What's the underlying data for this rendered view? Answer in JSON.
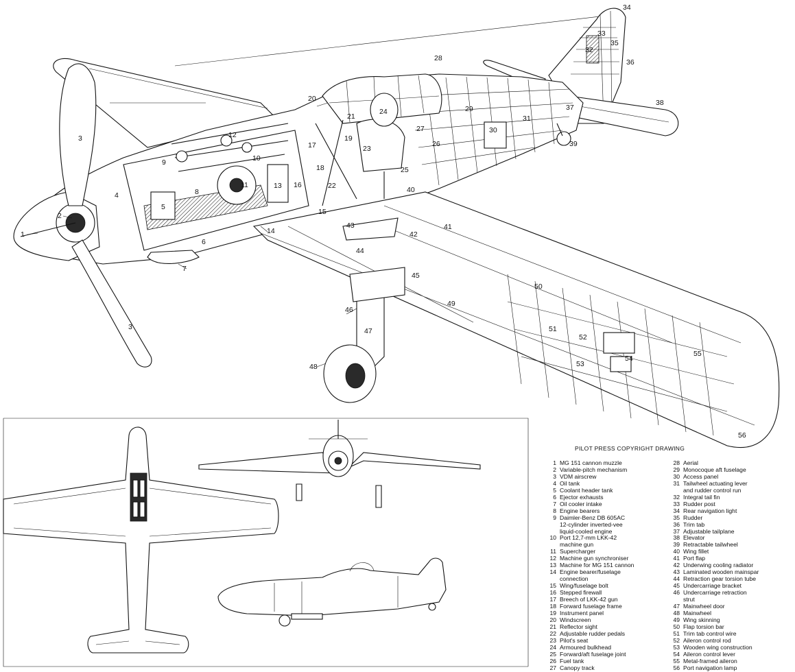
{
  "copyright": "PILOT PRESS COPYRIGHT DRAWING",
  "callout_numbers": [
    "1",
    "2",
    "3",
    "3",
    "4",
    "5",
    "6",
    "7",
    "8",
    "9",
    "10",
    "11",
    "12",
    "13",
    "14",
    "15",
    "16",
    "17",
    "18",
    "19",
    "20",
    "21",
    "22",
    "23",
    "24",
    "25",
    "26",
    "27",
    "28",
    "29",
    "30",
    "31",
    "32",
    "33",
    "34",
    "35",
    "36",
    "37",
    "38",
    "39",
    "40",
    "41",
    "42",
    "43",
    "44",
    "45",
    "46",
    "47",
    "48",
    "49",
    "50",
    "51",
    "52",
    "53",
    "54",
    "55",
    "56"
  ],
  "legend_left": [
    {
      "num": "1",
      "text": "MG 151 cannon muzzle"
    },
    {
      "num": "2",
      "text": "Variable-pitch mechanism"
    },
    {
      "num": "3",
      "text": "VDM airscrew"
    },
    {
      "num": "4",
      "text": "Oil tank"
    },
    {
      "num": "5",
      "text": "Coolant header tank"
    },
    {
      "num": "6",
      "text": "Ejector exhausts"
    },
    {
      "num": "7",
      "text": "Oil cooler intake"
    },
    {
      "num": "8",
      "text": "Engine bearers"
    },
    {
      "num": "9",
      "text": "Daimler-Benz DB 605AC\n12-cylinder inverted-vee\nliquid-cooled engine"
    },
    {
      "num": "10",
      "text": "Port 12,7-mm LKK-42\nmachine gun"
    },
    {
      "num": "11",
      "text": "Supercharger"
    },
    {
      "num": "12",
      "text": "Machine gun synchroniser"
    },
    {
      "num": "13",
      "text": "Machine for MG 151 cannon"
    },
    {
      "num": "14",
      "text": "Engine bearer/fuselage\nconnection"
    },
    {
      "num": "15",
      "text": "Wing/fuselage bolt"
    },
    {
      "num": "16",
      "text": "Stepped firewall"
    },
    {
      "num": "17",
      "text": "Breech of LKK-42 gun"
    },
    {
      "num": "18",
      "text": "Forward fuselage frame"
    },
    {
      "num": "19",
      "text": "Instrument panel"
    },
    {
      "num": "20",
      "text": "Windscreen"
    },
    {
      "num": "21",
      "text": "Reflector sight"
    },
    {
      "num": "22",
      "text": "Adjustable rudder pedals"
    },
    {
      "num": "23",
      "text": "Pilot's seat"
    },
    {
      "num": "24",
      "text": "Armoured bulkhead"
    },
    {
      "num": "25",
      "text": "Forward/aft fuselage joint"
    },
    {
      "num": "26",
      "text": "Fuel tank"
    },
    {
      "num": "27",
      "text": "Canopy track"
    }
  ],
  "legend_right": [
    {
      "num": "28",
      "text": "Aerial"
    },
    {
      "num": "29",
      "text": "Monocoque aft fuselage"
    },
    {
      "num": "30",
      "text": "Access panel"
    },
    {
      "num": "31",
      "text": "Tailwheel actuating lever\nand rudder control run"
    },
    {
      "num": "32",
      "text": "Integral tail fin"
    },
    {
      "num": "33",
      "text": "Rudder post"
    },
    {
      "num": "34",
      "text": "Rear navigation light"
    },
    {
      "num": "35",
      "text": "Rudder"
    },
    {
      "num": "36",
      "text": "Trim tab"
    },
    {
      "num": "37",
      "text": "Adjustable tailplane"
    },
    {
      "num": "38",
      "text": "Elevator"
    },
    {
      "num": "39",
      "text": "Retractable tailwheel"
    },
    {
      "num": "40",
      "text": "Wing fillet"
    },
    {
      "num": "41",
      "text": "Port flap"
    },
    {
      "num": "42",
      "text": "Underwing cooling radiator"
    },
    {
      "num": "43",
      "text": "Laminated wooden mainspar"
    },
    {
      "num": "44",
      "text": "Retraction gear torsion tube"
    },
    {
      "num": "45",
      "text": "Undercarriage bracket"
    },
    {
      "num": "46",
      "text": "Undercarriage retraction\nstrut"
    },
    {
      "num": "47",
      "text": "Mainwheel door"
    },
    {
      "num": "48",
      "text": "Mainwheel"
    },
    {
      "num": "49",
      "text": "Wing skinning"
    },
    {
      "num": "50",
      "text": "Flap torsion bar"
    },
    {
      "num": "51",
      "text": "Trim tab control wire"
    },
    {
      "num": "52",
      "text": "Aileron control rod"
    },
    {
      "num": "53",
      "text": "Wooden wing construction"
    },
    {
      "num": "54",
      "text": "Aileron control lever"
    },
    {
      "num": "55",
      "text": "Metal-framed aileron"
    },
    {
      "num": "56",
      "text": "Port navigation lamp"
    }
  ]
}
